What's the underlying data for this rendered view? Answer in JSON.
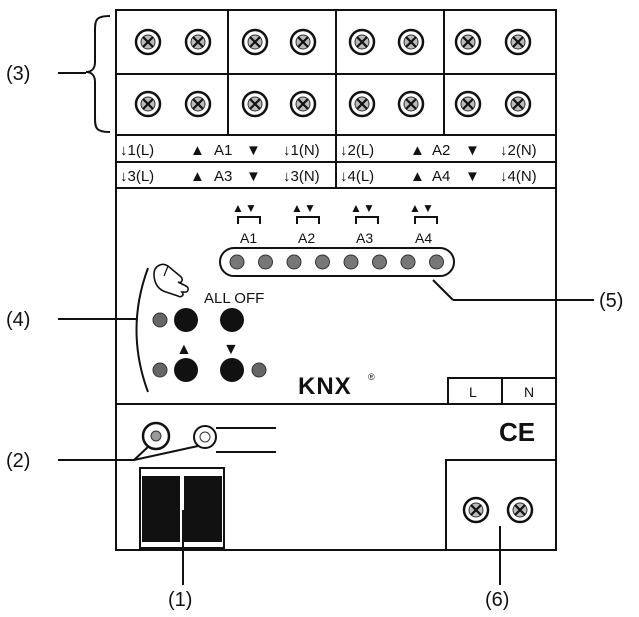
{
  "callouts": {
    "c1": "(1)",
    "c2": "(2)",
    "c3": "(3)",
    "c4": "(4)",
    "c5": "(5)",
    "c6": "(6)"
  },
  "terminal_labels": {
    "row1": {
      "a1_l": "1(L)",
      "a1_name": "A1",
      "a1_n": "1(N)",
      "a2_l": "2(L)",
      "a2_name": "A2",
      "a2_n": "2(N)"
    },
    "row2": {
      "a3_l": "3(L)",
      "a3_name": "A3",
      "a3_n": "3(N)",
      "a4_l": "4(L)",
      "a4_name": "A4",
      "a4_n": "4(N)"
    }
  },
  "led_groups": [
    "A1",
    "A2",
    "A3",
    "A4"
  ],
  "manual": {
    "all_off": "ALL OFF"
  },
  "brand": {
    "logo": "KNX",
    "reg": "®"
  },
  "supply": {
    "l": "L",
    "n": "N"
  },
  "ce_mark": "CE",
  "terminal_count_top": 16,
  "terminal_count_bottom": 2
}
